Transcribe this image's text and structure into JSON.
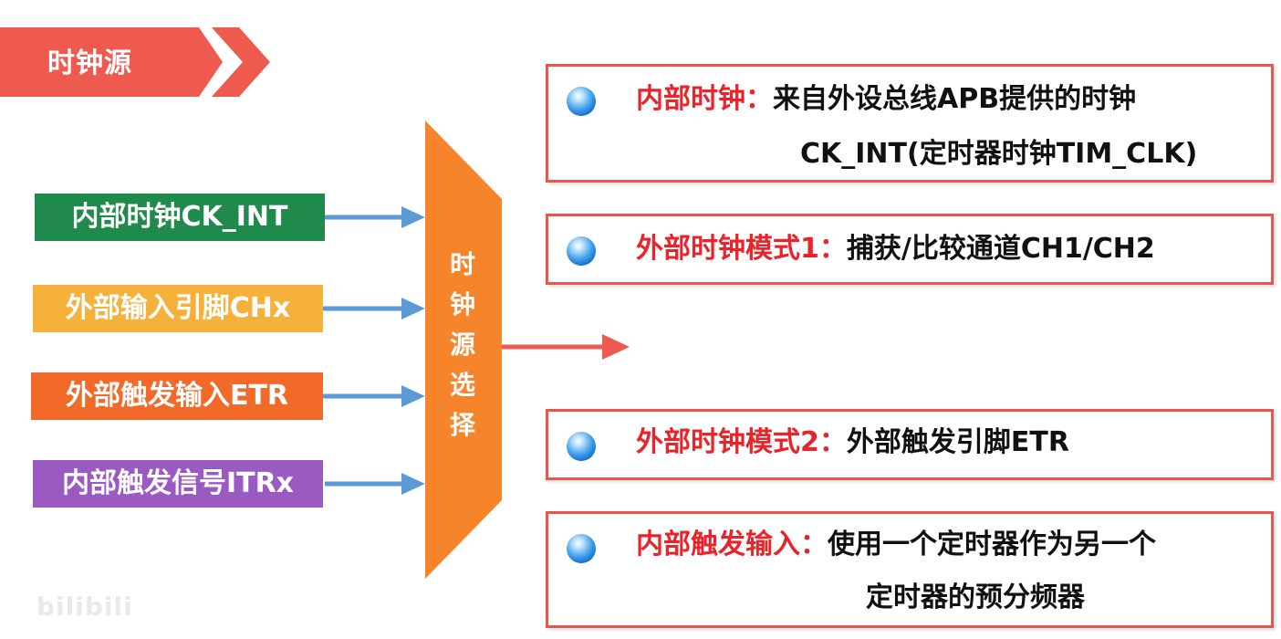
{
  "banner": {
    "title": "时钟源"
  },
  "sources": [
    {
      "label": "内部时钟CK_INT",
      "color": "#1f8a4c"
    },
    {
      "label": "外部输入引脚CHx",
      "color": "#f6b13b"
    },
    {
      "label": "外部触发输入ETR",
      "color": "#f26a2a"
    },
    {
      "label": "内部触发信号ITRx",
      "color": "#9a5ac2"
    }
  ],
  "selector": {
    "label_chars": [
      "时",
      "钟",
      "源",
      "选",
      "择"
    ],
    "color": "#f5842a"
  },
  "modes": [
    {
      "title": "内部时钟：",
      "line1": "来自外设总线APB提供的时钟",
      "line2": "CK_INT(定时器时钟TIM_CLK)"
    },
    {
      "title": "外部时钟模式1：",
      "line1": "捕获/比较通道CH1/CH2"
    },
    {
      "title": "外部时钟模式2：",
      "line1": "外部触发引脚ETR"
    },
    {
      "title": "内部触发输入：",
      "line1": "使用一个定时器作为另一个",
      "line2": "定时器的预分频器"
    }
  ],
  "colors": {
    "banner": "#ee5a4e",
    "arrow_in": "#5b9bd5",
    "arrow_out": "#ee5a4e",
    "box_border": "#e8574f",
    "title_red": "#e8242a"
  },
  "watermark": "bilibili"
}
